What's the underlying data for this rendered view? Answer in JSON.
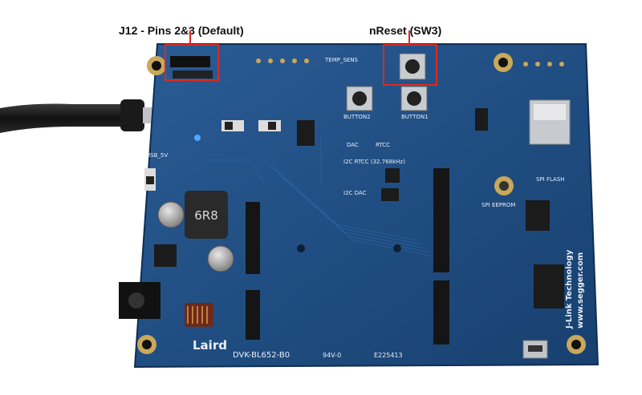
{
  "callouts": {
    "j12": "J12 - Pins 2&3 (Default)",
    "nreset": "nReset (SW3)"
  },
  "board": {
    "brand": "Laird",
    "model": "DVK-BL652-B0",
    "vendor_side": "J-Link Technology",
    "vendor_url": "www.segger.com",
    "inductor": "6R8",
    "button1": "BUTTON1",
    "button2": "BUTTON2",
    "temp_sens": "TEMP_SENS",
    "i2c_rtcc": "I2C RTCC (32.768kHz)",
    "i2c_dac": "I2C DAC",
    "spi_flash": "SPI FLASH",
    "spi_eeprom": "SPI EEPROM",
    "dac": "DAC",
    "rtcc": "RTCC",
    "usb_5v": "USB_5V",
    "cert": "E225413",
    "rating": "94V-0"
  },
  "colors": {
    "pcb": "#1d4f86",
    "pcb_dark": "#163e6c",
    "callout": "#e0281e",
    "pad": "#c9a85a"
  }
}
